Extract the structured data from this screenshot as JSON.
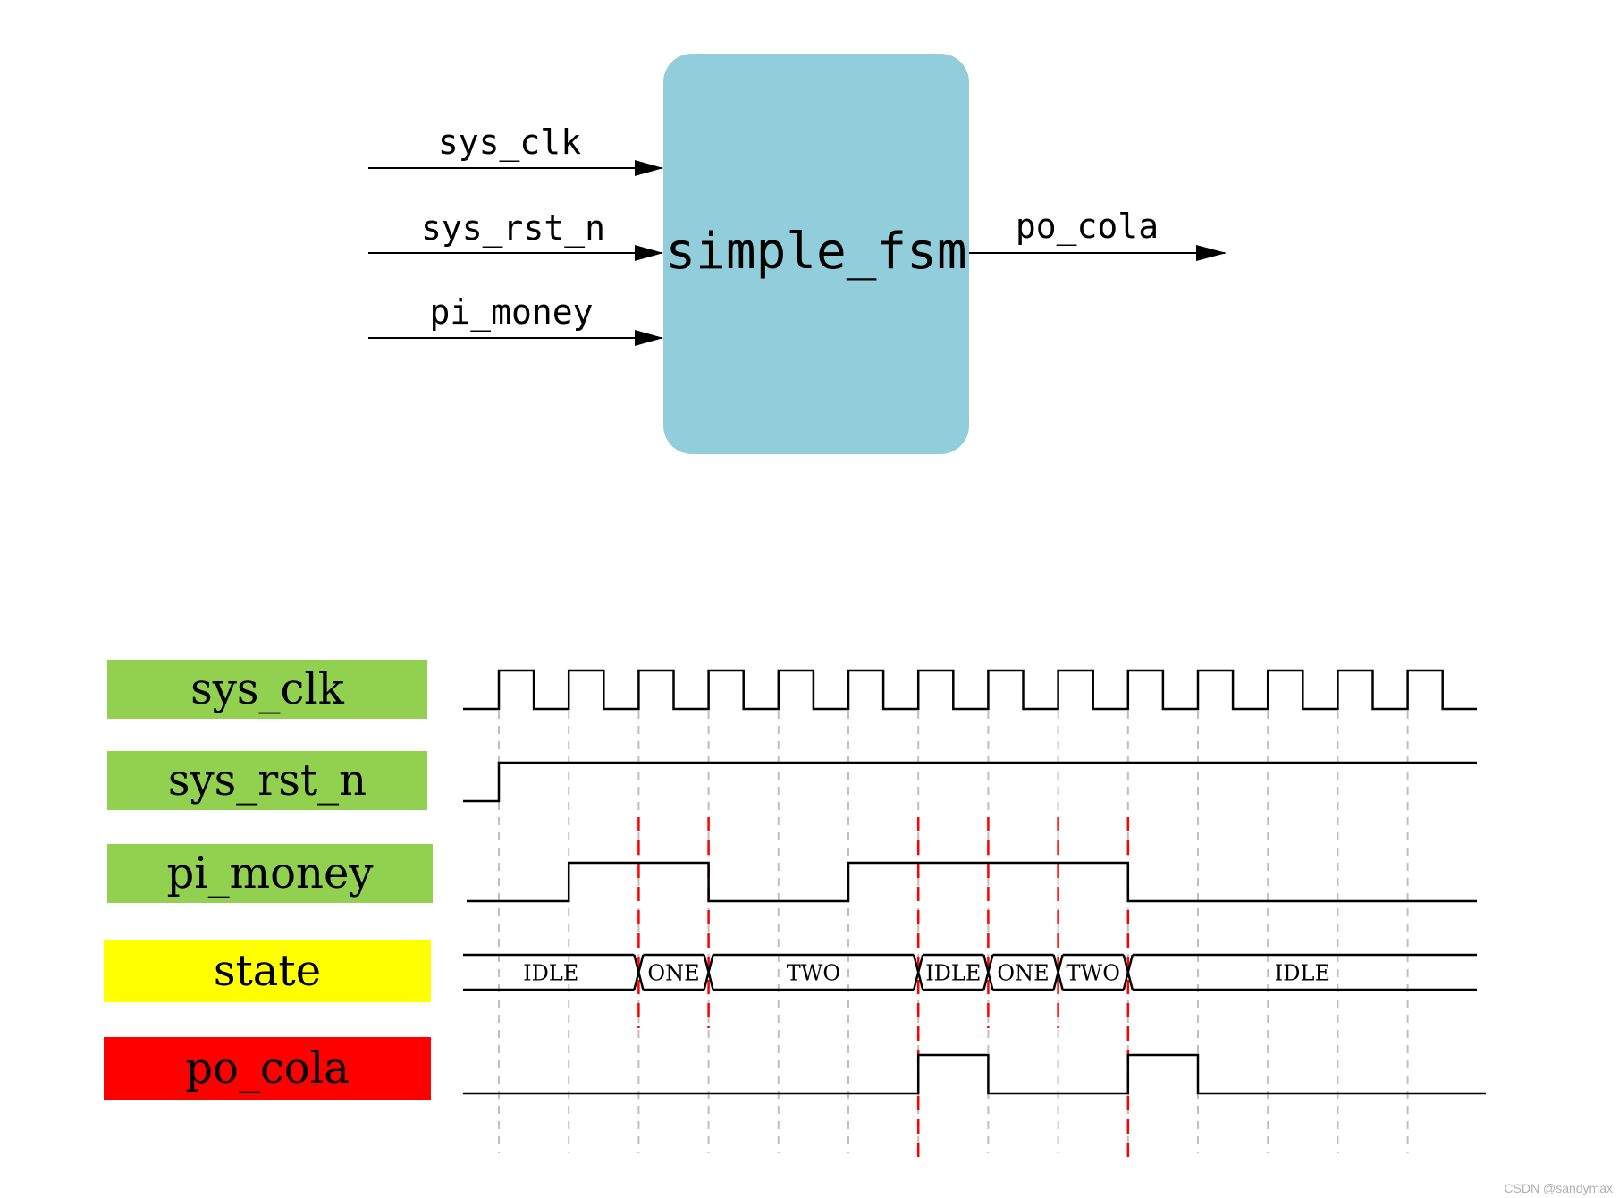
{
  "block": {
    "title": "simple_fsm",
    "fill": "#92cddc",
    "inputs": [
      "sys_clk",
      "sys_rst_n",
      "pi_money"
    ],
    "outputs": [
      "po_cola"
    ]
  },
  "timing": {
    "signals": [
      {
        "name": "sys_clk",
        "color": "#92d050"
      },
      {
        "name": "sys_rst_n",
        "color": "#92d050"
      },
      {
        "name": "pi_money",
        "color": "#92d050"
      },
      {
        "name": "state",
        "color": "#ffff00"
      },
      {
        "name": "po_cola",
        "color": "#ff0000"
      }
    ],
    "clock_cycles": 14,
    "rst_n_rise_cycle": 0,
    "pi_money": [
      0,
      1,
      1,
      0,
      0,
      1,
      1,
      1,
      1,
      0,
      0,
      0,
      0,
      0
    ],
    "po_cola": [
      0,
      0,
      0,
      0,
      0,
      0,
      1,
      0,
      0,
      1,
      0,
      0,
      0,
      0
    ],
    "state_segments": [
      {
        "label": "IDLE",
        "start": 0,
        "end": 2
      },
      {
        "label": "ONE",
        "start": 2,
        "end": 3
      },
      {
        "label": "TWO",
        "start": 3,
        "end": 6
      },
      {
        "label": "IDLE",
        "start": 6,
        "end": 7
      },
      {
        "label": "ONE",
        "start": 7,
        "end": 8
      },
      {
        "label": "TWO",
        "start": 8,
        "end": 9
      },
      {
        "label": "IDLE",
        "start": 9,
        "end": 14
      }
    ],
    "red_markers_cycles": [
      2,
      3,
      6,
      7,
      8,
      9
    ],
    "marker_color": "#ff0000",
    "grid_color": "#bfbfbf"
  },
  "watermark": "CSDN @sandymax"
}
